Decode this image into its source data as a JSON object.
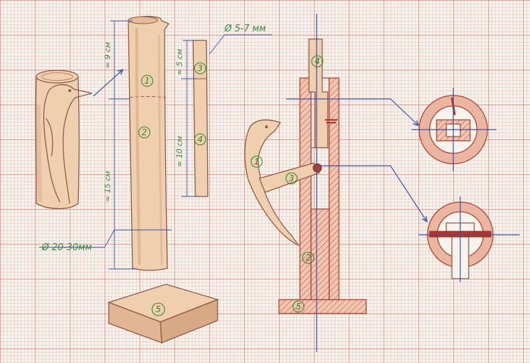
{
  "dimensions": {
    "diameter_rod": "Ø 5-7 мм",
    "diameter_log": "Ø 20-30мм",
    "head_length": "≈ 9 см",
    "body_length": "≈ 15 см",
    "rod_head_length": "≈ 5 см",
    "rod_length": "≈ 10 см"
  },
  "part_numbers": {
    "one": "1",
    "two": "2",
    "three": "3",
    "four": "4",
    "five": "5"
  },
  "colors": {
    "grid": "#cd786e",
    "wood": "#f0cfae",
    "section_red": "#e6a08a",
    "outline_red": "#b04030",
    "pencil_blue": "#3a4fb0",
    "ink_green": "#2f8a3a"
  }
}
